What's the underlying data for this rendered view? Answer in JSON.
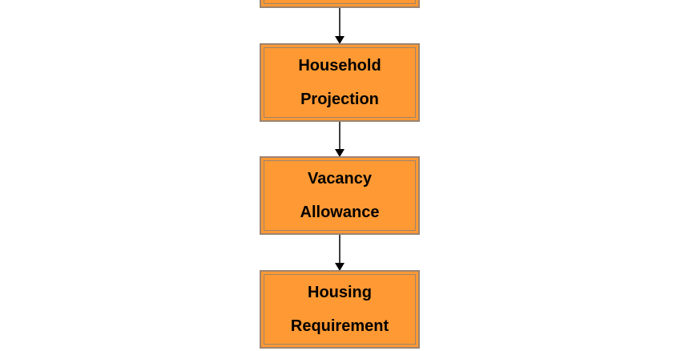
{
  "diagram": {
    "boxes": [
      {
        "id": "top",
        "line1": "",
        "line2": ""
      },
      {
        "id": "household-projection",
        "line1": "Household",
        "line2": "Projection"
      },
      {
        "id": "vacancy-allowance",
        "line1": "Vacancy",
        "line2": "Allowance"
      },
      {
        "id": "housing-requirement",
        "line1": "Housing",
        "line2": "Requirement"
      }
    ],
    "edges": [
      {
        "from": "top",
        "to": "household-projection"
      },
      {
        "from": "household-projection",
        "to": "vacancy-allowance"
      },
      {
        "from": "vacancy-allowance",
        "to": "housing-requirement"
      }
    ],
    "colors": {
      "box_fill": "#FF9933",
      "box_border": "#9C8470",
      "arrow": "#000000",
      "text": "#000000"
    }
  }
}
